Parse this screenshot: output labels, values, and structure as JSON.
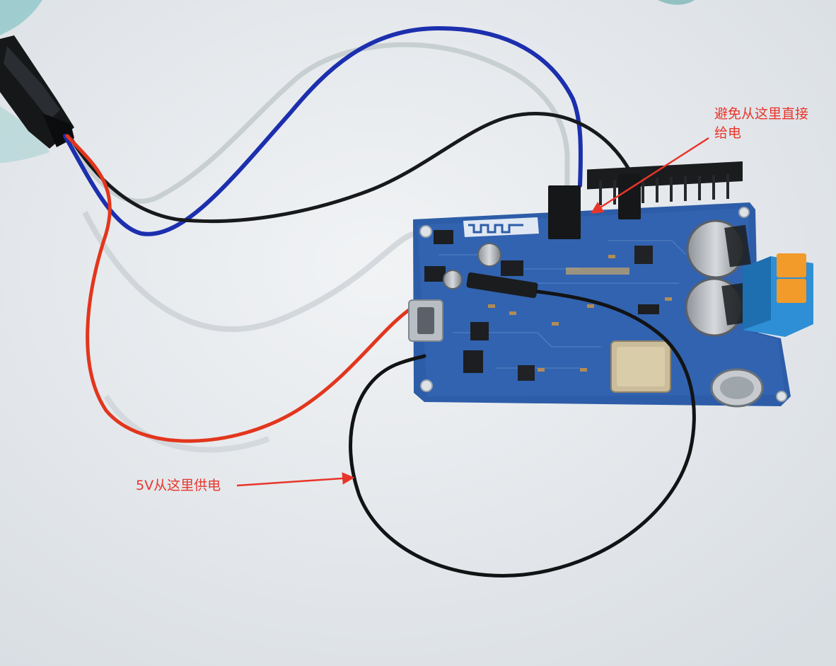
{
  "annotations": {
    "top_line1": "避免从这里直接",
    "top_line2": "给电",
    "bottom": "5V从这里供电"
  },
  "colors": {
    "annotation": "#e8352a",
    "board": "#2d5da8",
    "table": "#e8ecef"
  }
}
